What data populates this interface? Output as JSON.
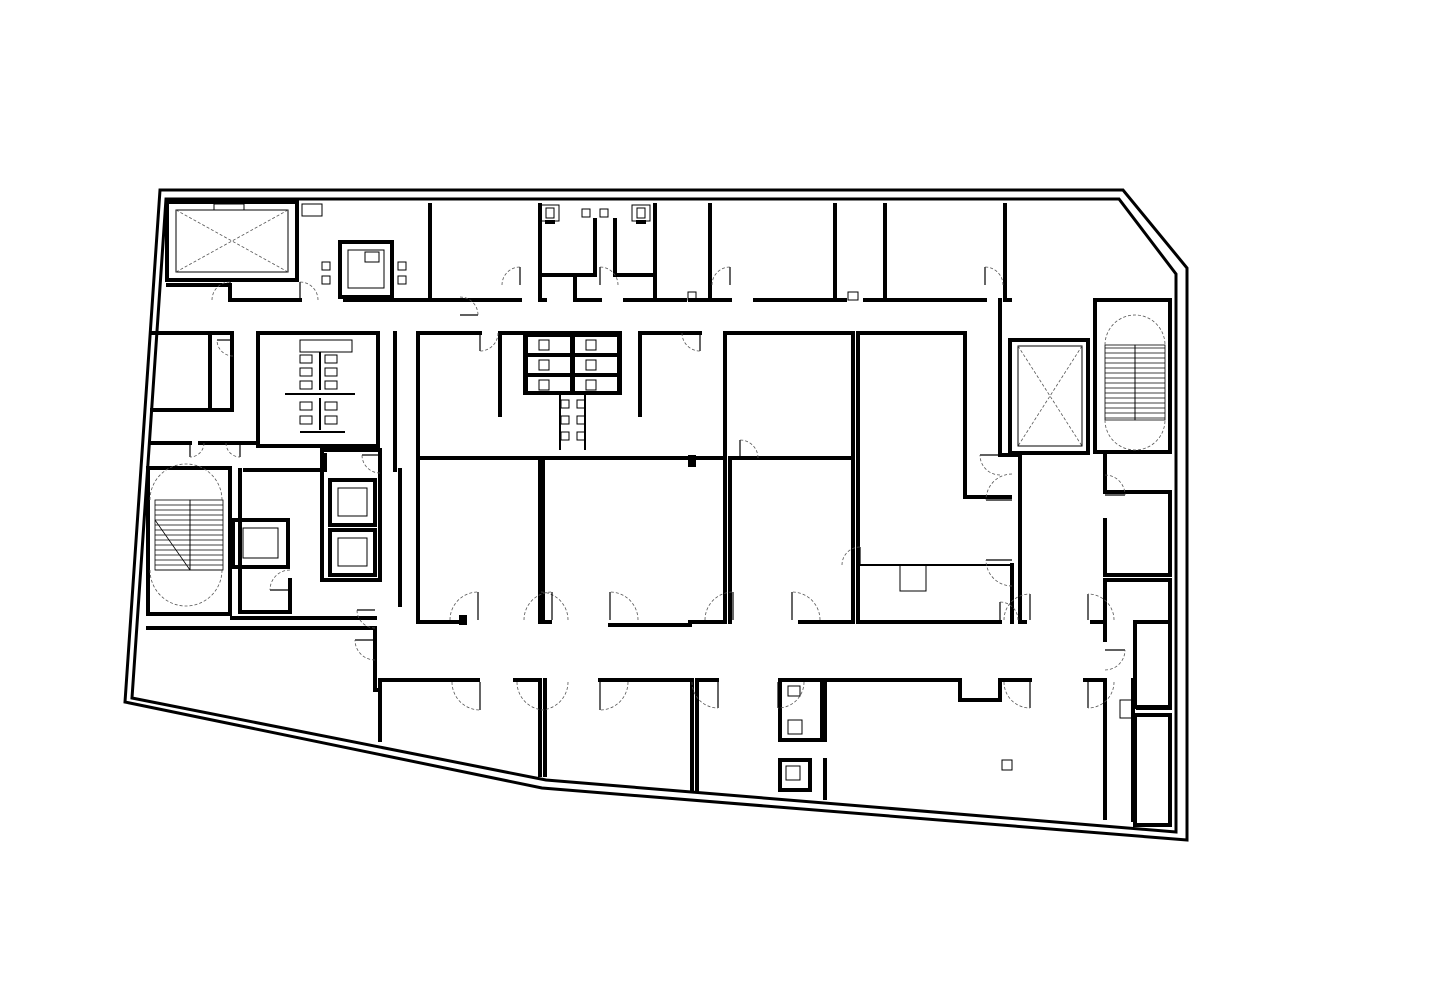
{
  "drawing": {
    "type": "architectural floor plan",
    "text_labels": [],
    "colors": {
      "background": "#ffffff",
      "line": "#000000",
      "swing": "#555555"
    }
  },
  "elements": {
    "stairs": 2,
    "lift_cars": 3,
    "service_shafts": 2,
    "door_swings": 28
  }
}
